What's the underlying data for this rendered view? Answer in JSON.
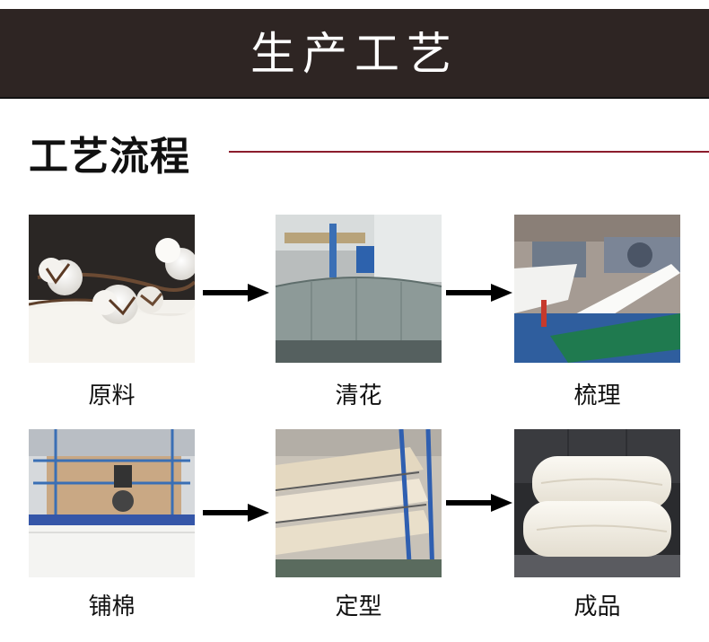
{
  "banner": {
    "title": "生产工艺"
  },
  "section": {
    "title": "工艺流程"
  },
  "steps": [
    {
      "label": "原料",
      "icon": "raw-cotton-photo"
    },
    {
      "label": "清花",
      "icon": "blowing-machine-photo"
    },
    {
      "label": "梳理",
      "icon": "carding-machine-photo"
    },
    {
      "label": "铺棉",
      "icon": "cotton-laying-machine-photo"
    },
    {
      "label": "定型",
      "icon": "shaping-machine-photo"
    },
    {
      "label": "成品",
      "icon": "finished-quilt-photo"
    }
  ],
  "colors": {
    "banner_bg": "#2e2523",
    "accent_line": "#8b1c2c",
    "text": "#111111"
  }
}
